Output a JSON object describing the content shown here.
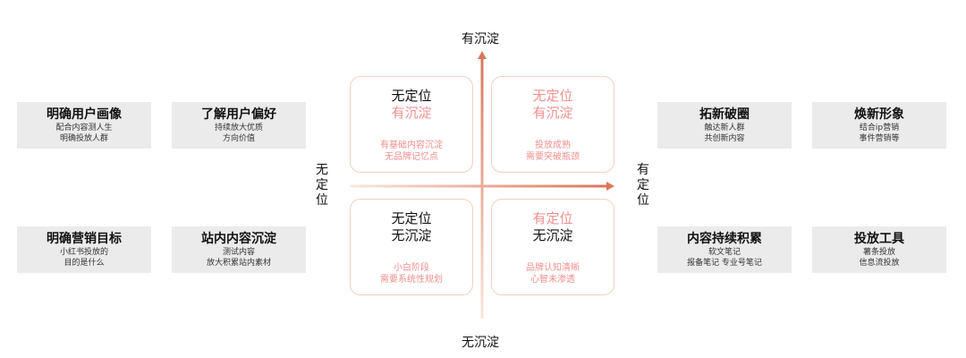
{
  "axis": {
    "top": "有沉淀",
    "bottom": "无沉淀",
    "left": [
      "无",
      "定",
      "位"
    ],
    "right": [
      "有",
      "定",
      "位"
    ]
  },
  "left_cards": [
    {
      "title": "明确用户画像",
      "lines": [
        "配合内容测人生",
        "明确投放人群"
      ]
    },
    {
      "title": "了解用户偏好",
      "lines": [
        "持续放大优质",
        "方向价值"
      ]
    },
    {
      "title": "明确营销目标",
      "lines": [
        "小红书投放的",
        "目的是什么"
      ]
    },
    {
      "title": "站内内容沉淀",
      "lines": [
        "测试内容",
        "放大积累站内素材"
      ]
    }
  ],
  "right_cards": [
    {
      "title": "拓新破圈",
      "lines": [
        "触达新人群",
        "共创新内容"
      ]
    },
    {
      "title": "焕新形象",
      "lines": [
        "结合ip营销",
        "事件营销等"
      ]
    },
    {
      "title": "内容持续积累",
      "lines": [
        "软文笔记",
        "报备笔记 专业号笔记"
      ]
    },
    {
      "title": "投放工具",
      "lines": [
        "薯条投放",
        "信息流投放"
      ]
    }
  ],
  "quadrants": {
    "top_left": {
      "line1": "无定位",
      "line2": "有沉淀",
      "desc": [
        "有基础内容沉淀",
        "无品牌记忆点"
      ]
    },
    "top_right": {
      "line1": "无定位",
      "line2": "有沉淀",
      "desc": [
        "投放成熟",
        "需要突破瓶颈"
      ]
    },
    "bottom_left": {
      "line1": "无定位",
      "line2": "无沉淀",
      "desc": [
        "小白阶段",
        "需要系统性规划"
      ]
    },
    "bottom_right": {
      "line1": "有定位",
      "line2": "无沉淀",
      "desc": [
        "品牌认知清晰",
        "心智未渗透"
      ]
    }
  },
  "colors": {
    "axis_start": "#fbe6dc",
    "axis_end": "#d7785a",
    "quad_border": "#f4cfc1",
    "pink_text": "#f08f8f",
    "card_bg": "#ebebeb"
  }
}
